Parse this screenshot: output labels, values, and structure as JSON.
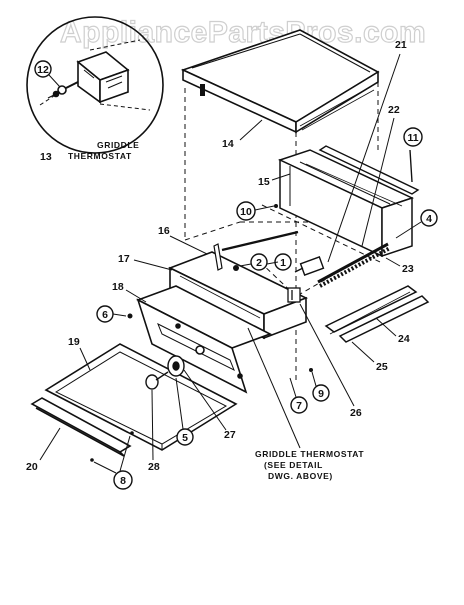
{
  "watermark": "AppliancePartsPros.com",
  "callouts": {
    "c1": "1",
    "c2": "2",
    "c4": "4",
    "c5": "5",
    "c6": "6",
    "c7": "7",
    "c8": "8",
    "c9": "9",
    "c10": "10",
    "c11": "11",
    "c12": "12"
  },
  "numbers": {
    "n13": "13",
    "n14": "14",
    "n15": "15",
    "n16": "16",
    "n17": "17",
    "n18": "18",
    "n19": "19",
    "n20": "20",
    "n21": "21",
    "n22": "22",
    "n23": "23",
    "n24": "24",
    "n25": "25",
    "n26": "26",
    "n27": "27",
    "n28": "28"
  },
  "detail_caption": [
    "GRIDDLE",
    "THERMOSTAT"
  ],
  "main_caption": [
    "GRIDDLE THERMOSTAT",
    "(SEE DETAIL",
    "DWG. ABOVE)"
  ]
}
